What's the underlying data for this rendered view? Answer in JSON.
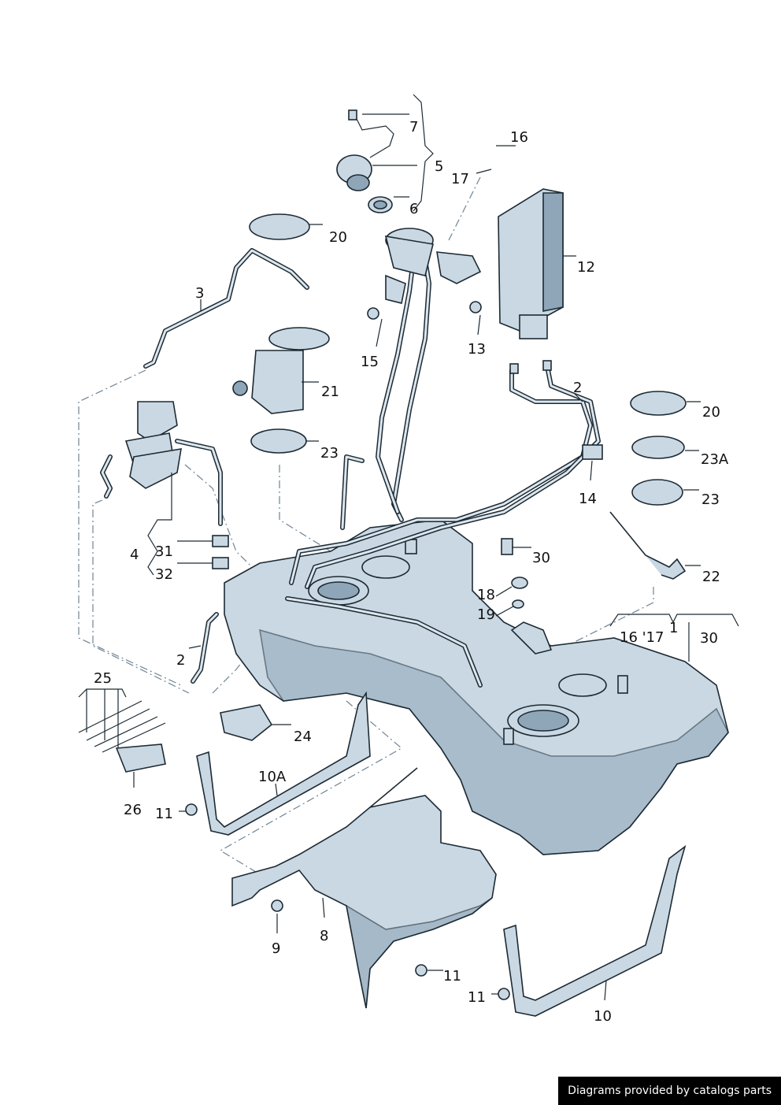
{
  "labels": [
    "7",
    "5",
    "6",
    "16",
    "17",
    "20",
    "3",
    "12",
    "15",
    "13",
    "21",
    "2",
    "20",
    "23",
    "23A",
    "23",
    "14",
    "4",
    "31",
    "32",
    "30",
    "18",
    "19",
    "22",
    "1",
    "16 '17",
    "30",
    "2",
    "25",
    "24",
    "26",
    "10A",
    "11",
    "9",
    "8",
    "11",
    "11",
    "10"
  ],
  "credit": "Diagrams provided by catalogs parts"
}
